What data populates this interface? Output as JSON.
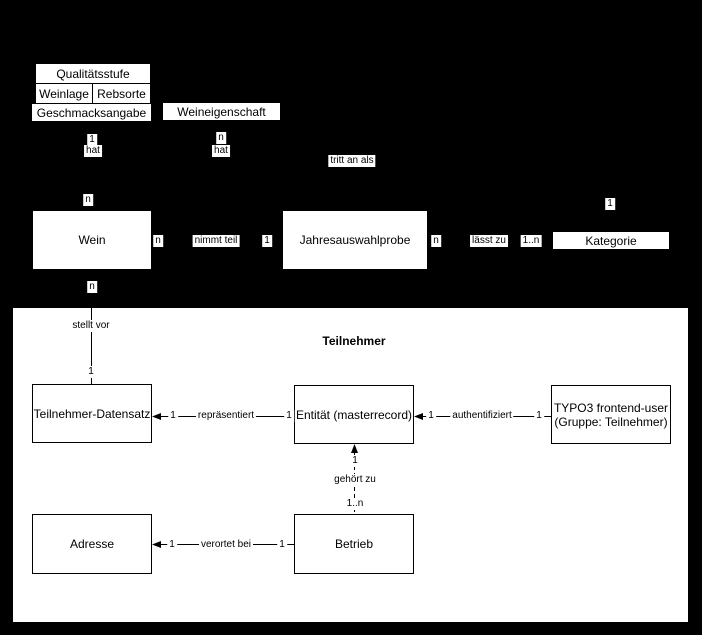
{
  "diagram": {
    "colors": {
      "background": "#000000",
      "panel_background": "#ffffff",
      "line": "#000000",
      "text": "#000000"
    },
    "group": {
      "title": "Teilnehmer"
    },
    "boxes": {
      "qualitaetsstufe": "Qualitätsstufe",
      "weinlage": "Weinlage",
      "rebsorte": "Rebsorte",
      "geschmacksangabe": "Geschmacksangabe",
      "weineigenschaft": "Weineigenschaft",
      "wein": "Wein",
      "jahresauswahlprobe": "Jahresauswahlprobe",
      "kategorie": "Kategorie",
      "teilnehmer_datensatz": "Teilnehmer-Datensatz",
      "entitaet": "Entität (masterrecord)",
      "typo3_user_line1": "TYPO3 frontend-user",
      "typo3_user_line2": "(Gruppe: Teilnehmer)",
      "adresse": "Adresse",
      "betrieb": "Betrieb"
    },
    "relation_labels": {
      "hat_qualitaet": "hat",
      "hat_eigenschaft": "hat",
      "tritt_an_als": "tritt an als",
      "nimmt_teil": "nimmt teil",
      "laesst_zu": "lässt zu",
      "stellt_vor": "stellt vor",
      "repraesentiert": "repräsentiert",
      "authentifiziert": "authentifiziert",
      "gehoert_zu": "gehört zu",
      "verortet_bei": "verortet bei"
    },
    "cardinalities": {
      "qualitaet_1": "1",
      "eigenschaft_n": "n",
      "wein_top_n": "n",
      "wein_right_n": "n",
      "nimmt_teil_1": "1",
      "probe_right_n": "n",
      "laesst_zu_1n": "1..n",
      "kategorie_1": "1",
      "wein_bottom_n": "n",
      "stellt_vor_1": "1",
      "repraesentiert_left_1": "1",
      "repraesentiert_right_1": "1",
      "authentifiziert_left_1": "1",
      "authentifiziert_right_1": "1",
      "gehoert_zu_1": "1",
      "gehoert_zu_1n": "1..n",
      "verortet_left_1": "1",
      "verortet_right_1": "1"
    }
  }
}
